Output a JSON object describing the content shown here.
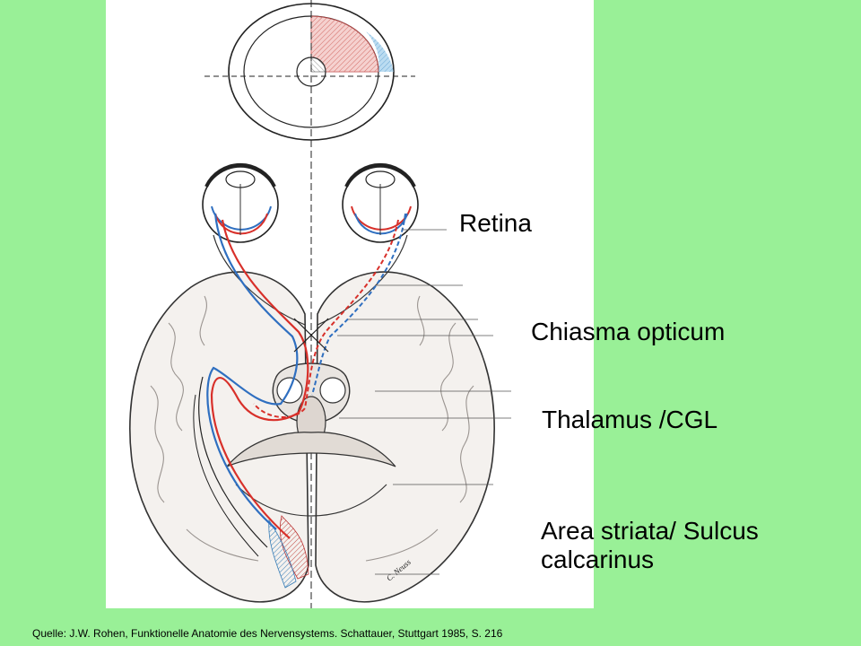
{
  "labels": {
    "retina": "Retina",
    "chiasma": "Chiasma opticum",
    "thalamus": "Thalamus /CGL",
    "area_line1": "Area striata/ Sulcus",
    "area_line2": "calcarinus"
  },
  "source": "Quelle: J.W. Rohen, Funktionelle Anatomie des Nervensystems. Schattauer, Stuttgart 1985, S. 216",
  "signature": "C. Neuss",
  "colors": {
    "background": "#99f097",
    "panel": "#ffffff",
    "temporal_field": "#e89a95",
    "nasal_field": "#8ec5e8",
    "pathway_red": "#d8302a",
    "pathway_blue": "#2f6fc0"
  }
}
